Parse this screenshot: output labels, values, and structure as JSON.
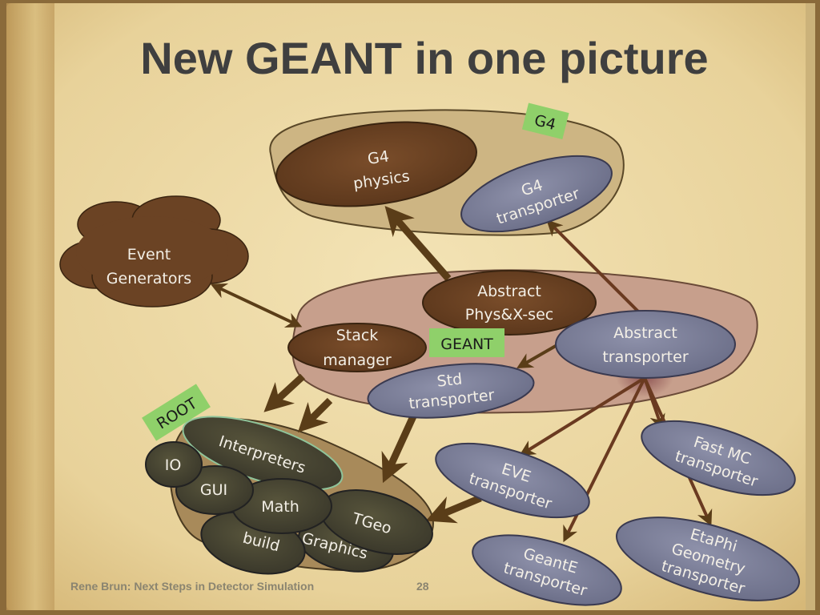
{
  "slide": {
    "title": "New GEANT in one picture",
    "footer_text": "Rene Brun: Next Steps in Detector Simulation",
    "page_number": "28"
  },
  "tags": {
    "g4": "G4",
    "geant": "GEANT",
    "root": "ROOT"
  },
  "nodes": {
    "g4_physics": [
      "G4",
      "physics"
    ],
    "g4_transporter": [
      "G4",
      "transporter"
    ],
    "event_generators": [
      "Event",
      "Generators"
    ],
    "abstract_physxsec": [
      "Abstract",
      "Phys&X-sec"
    ],
    "stack_manager": [
      "Stack",
      "manager"
    ],
    "abstract_transporter": [
      "Abstract",
      "transporter"
    ],
    "std_transporter": [
      "Std",
      "transporter"
    ],
    "interpreters": "Interpreters",
    "io": "IO",
    "gui": "GUI",
    "math": "Math",
    "tgeo": "TGeo",
    "graphics": "Graphics",
    "build": "build",
    "eve_transporter": [
      "EVE",
      "transporter"
    ],
    "fastmc_transporter": [
      "Fast MC",
      "transporter"
    ],
    "geante_transporter": [
      "GeantE",
      "transporter"
    ],
    "etaphi_transporter": [
      "EtaPhi",
      "Geometry",
      "transporter"
    ]
  },
  "colors": {
    "page": "#ecd9a4",
    "region_g4": "#cdb583",
    "region_geant": "#c79f8c",
    "region_root": "#a88a5a",
    "brown_blob": "#6b4324",
    "blue_node": "#7c7f98",
    "dark_node": "#4a4732",
    "tag_green": "#8fd06a",
    "arrow": "#5a3d18"
  }
}
